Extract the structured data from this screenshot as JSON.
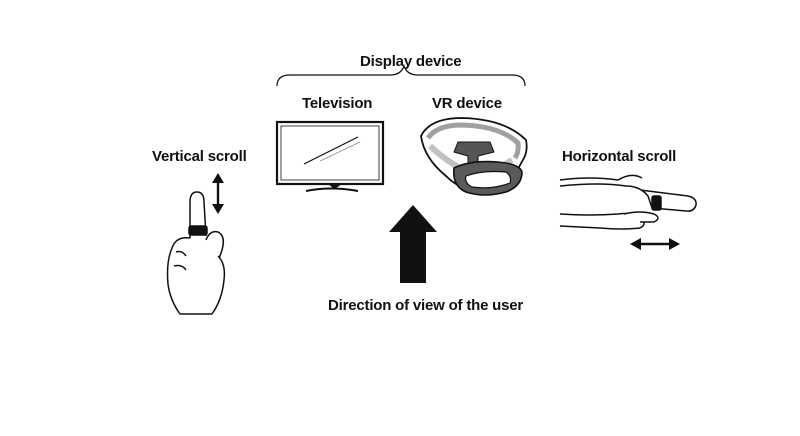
{
  "labels": {
    "display_device": "Display device",
    "television": "Television",
    "vr_device": "VR device",
    "vertical_scroll": "Vertical scroll",
    "horizontal_scroll": "Horizontal scroll",
    "direction_of_view": "Direction of view of the user"
  },
  "colors": {
    "ink": "#111111",
    "ring": "#111111",
    "headset_band": "#9a9a9a",
    "headset_front": "#555555"
  },
  "icons": {
    "television": "television-icon",
    "vr_headset": "vr-headset-icon",
    "vertical_hand": "hand-vertical-scroll-icon",
    "horizontal_hand": "hand-horizontal-scroll-icon",
    "view_arrow": "up-arrow-icon",
    "vertical_arrow": "double-arrow-vertical-icon",
    "horizontal_arrow": "double-arrow-horizontal-icon"
  }
}
